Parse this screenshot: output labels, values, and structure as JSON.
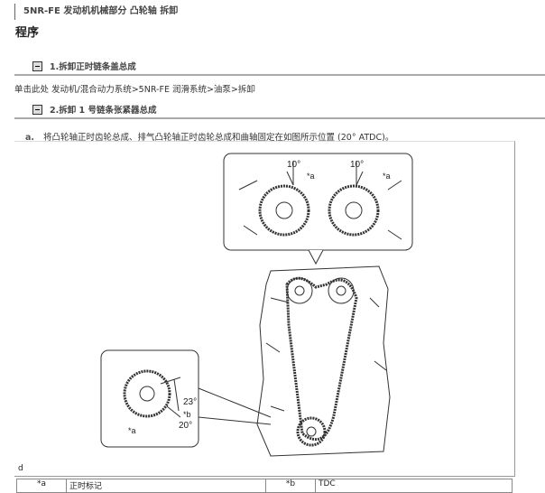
{
  "header": {
    "breadcrumb": "5NR-FE 发动机机械部分  凸轮轴  拆卸"
  },
  "page_title": "程序",
  "sections": [
    {
      "label": "1.拆卸正时链条盖总成"
    },
    {
      "label": "2.拆卸 1 号链条张紧器总成"
    }
  ],
  "link_text": "单击此处 发动机/混合动力系统>5NR-FE 润滑系统>油泵>拆卸",
  "step": {
    "marker": "a.",
    "text": "将凸轮轴正时齿轮总成、排气凸轮轴正时齿轮总成和曲轴固定在如图所示位置 (20° ATDC)。"
  },
  "figure": {
    "angle_left": "10°",
    "angle_right": "10°",
    "mark_a": "*a",
    "mark_b": "*b",
    "angle_23": "23°",
    "angle_20": "20°",
    "corner_label": "d"
  },
  "legend": [
    {
      "key": "*a",
      "value": "正时标记"
    },
    {
      "key": "*b",
      "value": "TDC"
    }
  ]
}
